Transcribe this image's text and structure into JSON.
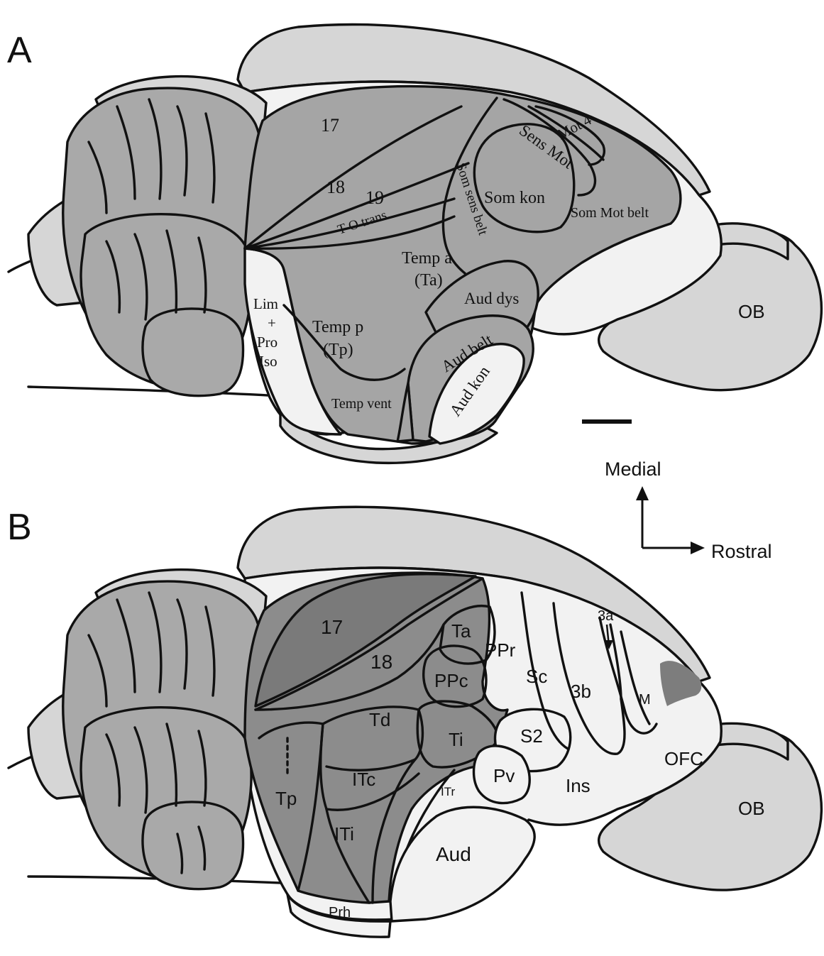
{
  "panels": {
    "a": {
      "letter": "A",
      "labels": {
        "v17": "17",
        "v18": "18",
        "v19": "19",
        "to_trans": "T-O trans",
        "mot4": "Mot 4",
        "sens_mot": "Sens Mot",
        "som_kon": "Som kon",
        "som_mot_belt": "Som Mot belt",
        "som_sens_belt": "Som sens belt",
        "temp_a": "Temp a",
        "ta_paren": "(Ta)",
        "aud_dys": "Aud dys",
        "aud_belt": "Aud belt",
        "aud_kon": "Aud kon",
        "temp_p": "Temp p",
        "tp_paren": "(Tp)",
        "temp_vent": "Temp vent",
        "lim": "Lim",
        "plus": "+",
        "pro": "Pro",
        "iso": "Iso",
        "ob": "OB"
      }
    },
    "b": {
      "letter": "B",
      "labels": {
        "v17": "17",
        "v18": "18",
        "ta": "Ta",
        "ppr": "PPr",
        "ppc": "PPc",
        "sc": "Sc",
        "b3": "3b",
        "a3": "3a",
        "m": "M",
        "td": "Td",
        "ti": "Ti",
        "s2": "S2",
        "pv": "Pv",
        "itc": "ITc",
        "itr": "ITr",
        "iti": "ITi",
        "tp": "Tp",
        "ins": "Ins",
        "ofc": "OFC",
        "aud": "Aud",
        "prh": "Prh",
        "ob": "OB"
      }
    }
  },
  "orientation": {
    "medial": "Medial",
    "rostral": "Rostral"
  },
  "colors": {
    "light_gray": "#d6d6d6",
    "pale": "#f2f2f2",
    "mid_gray": "#a5a5a5",
    "dark_gray": "#8c8c8c",
    "darker_gray": "#7a7a7a",
    "outline": "#111111"
  }
}
